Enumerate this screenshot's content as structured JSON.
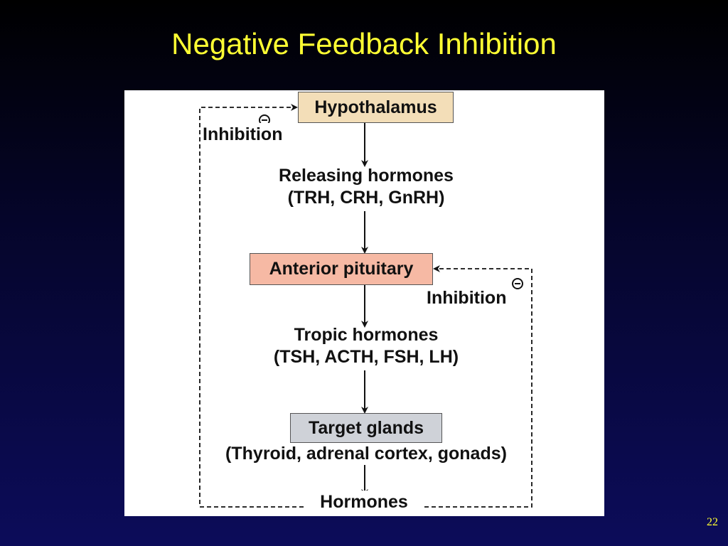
{
  "slide": {
    "title": "Negative Feedback Inhibition",
    "page_number": "22"
  },
  "diagram": {
    "hypothalamus": "Hypothalamus",
    "releasing_hormones": "Releasing hormones",
    "releasing_examples": "(TRH, CRH, GnRH)",
    "anterior_pituitary": "Anterior pituitary",
    "tropic_hormones": "Tropic hormones",
    "tropic_examples": "(TSH, ACTH, FSH, LH)",
    "target_glands": "Target glands",
    "target_examples": "(Thyroid, adrenal cortex, gonads)",
    "hormones": "Hormones",
    "inhibition_top": "Inhibition",
    "inhibition_right": "Inhibition",
    "colors": {
      "title": "#ffff33",
      "hypothalamus_box": "#f3deb8",
      "pituitary_box": "#f6b9a4",
      "target_box": "#cfd2d8"
    },
    "icons": [
      "minus-circle-icon",
      "minus-circle-icon"
    ]
  }
}
